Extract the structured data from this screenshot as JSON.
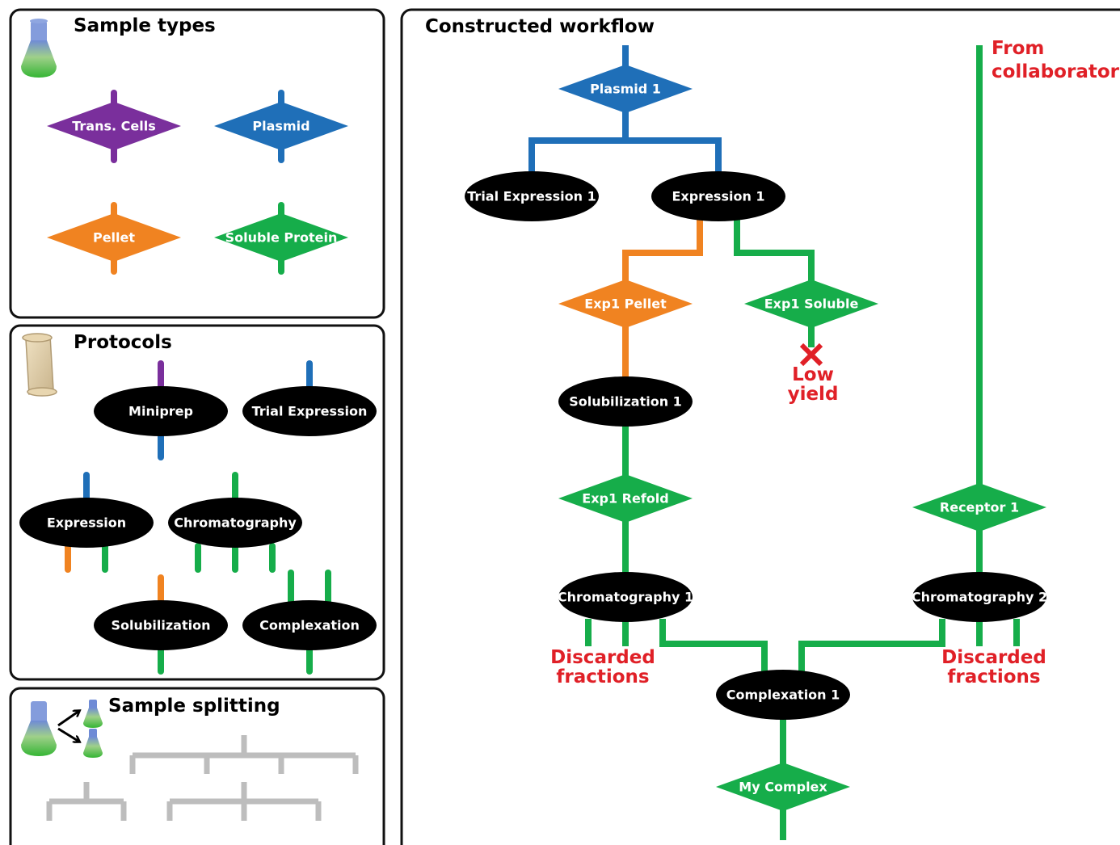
{
  "colors": {
    "blue": "#1f6fb8",
    "purple": "#7a2f9c",
    "orange": "#f08321",
    "green": "#16ad4a",
    "black": "#000000",
    "red": "#e02027",
    "gray": "#bdbdbd"
  },
  "panels": {
    "sample_types": {
      "title": "Sample types",
      "icon": "flask-icon",
      "items": [
        {
          "label": "Trans. Cells",
          "color": "#7a2f9c"
        },
        {
          "label": "Plasmid",
          "color": "#1f6fb8"
        },
        {
          "label": "Pellet",
          "color": "#f08321"
        },
        {
          "label": "Soluble Protein",
          "color": "#16ad4a"
        }
      ]
    },
    "protocols": {
      "title": "Protocols",
      "icon": "scroll-icon",
      "items": [
        {
          "label": "Miniprep"
        },
        {
          "label": "Trial Expression"
        },
        {
          "label": "Expression"
        },
        {
          "label": "Chromatography"
        },
        {
          "label": "Solubilization"
        },
        {
          "label": "Complexation"
        }
      ]
    },
    "sample_splitting": {
      "title": "Sample splitting",
      "icon": "flask-split-icon"
    },
    "workflow": {
      "title": "Constructed workflow",
      "samples": [
        {
          "label": "Plasmid 1",
          "color": "#1f6fb8"
        },
        {
          "label": "Exp1 Pellet",
          "color": "#f08321"
        },
        {
          "label": "Exp1 Soluble",
          "color": "#16ad4a"
        },
        {
          "label": "Exp1 Refold",
          "color": "#16ad4a"
        },
        {
          "label": "Receptor  1",
          "color": "#16ad4a"
        },
        {
          "label": "My Complex",
          "color": "#16ad4a"
        }
      ],
      "protocols": [
        {
          "label": "Trial Expression 1"
        },
        {
          "label": "Expression 1"
        },
        {
          "label": "Solubilization 1"
        },
        {
          "label": "Chromatography 1"
        },
        {
          "label": "Chromatography 2"
        },
        {
          "label": "Complexation 1"
        }
      ],
      "annotations": {
        "from_collaborator": [
          "From",
          "collaborator"
        ],
        "low_yield": [
          "Low",
          "yield"
        ],
        "discarded_left": [
          "Discarded",
          "fractions"
        ],
        "discarded_right": [
          "Discarded",
          "fractions"
        ]
      }
    }
  }
}
